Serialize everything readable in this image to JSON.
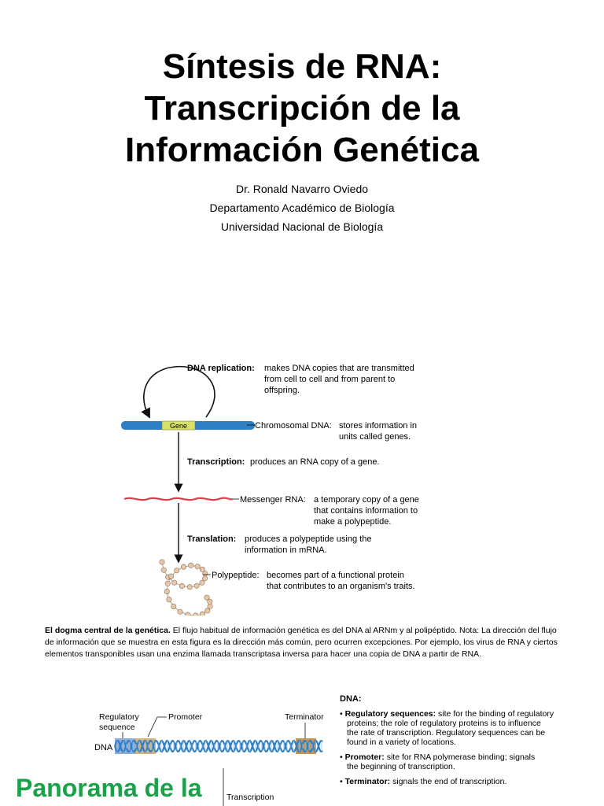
{
  "title_lines": [
    "Síntesis de RNA:",
    "Transcripción de la",
    "Información Genética"
  ],
  "author": {
    "name": "Dr. Ronald Navarro Oviedo",
    "department": "Departamento Académico de Biología",
    "university": "Universidad Nacional de Biología"
  },
  "figure1": {
    "replication_term": "DNA replication:",
    "replication_desc": [
      "makes DNA copies that are transmitted",
      "from cell to cell and from parent to",
      "offspring."
    ],
    "gene_label": "Gene",
    "chromosomal_term": "Chromosomal DNA:",
    "chromosomal_desc": [
      "stores information in",
      "units called genes."
    ],
    "transcription_term": "Transcription:",
    "transcription_desc": "produces an RNA copy of a gene.",
    "mrna_term": "Messenger RNA:",
    "mrna_desc": [
      "a temporary copy of a gene",
      "that contains information to",
      "make a polypeptide."
    ],
    "translation_term": "Translation:",
    "translation_desc": [
      "produces a polypeptide using the",
      "information in mRNA."
    ],
    "polypeptide_term": "Polypeptide:",
    "polypeptide_desc": [
      "becomes part of a functional protein",
      "that contributes to an organism's traits."
    ]
  },
  "caption": {
    "bold": "El dogma central de la genética.",
    "text": " El flujo habitual de información genética es del DNA al ARNm y al polipéptido. Nota: La dirección del flujo de información que se muestra en esta figura es la dirección más común, pero ocurren excepciones. Por ejemplo, los virus de RNA y ciertos elementos transponibles usan una enzima llamada transcriptasa inversa para hacer una copia de DNA a partir de RNA."
  },
  "figure2": {
    "regulatory_label": [
      "Regulatory",
      "sequence"
    ],
    "promoter_label": "Promoter",
    "terminator_label": "Terminator",
    "dna_label": "DNA",
    "transcription_label": "Transcription",
    "legend_title": "DNA:",
    "legend": [
      {
        "term": "Regulatory sequences:",
        "lines": [
          " site for the binding of regulatory",
          "proteins; the role of regulatory proteins is to influence",
          "the rate of transcription. Regulatory sequences can be",
          "found in a variety of locations."
        ]
      },
      {
        "term": "Promoter:",
        "lines": [
          " site for RNA polymerase binding; signals",
          "the beginning of transcription."
        ]
      },
      {
        "term": "Terminator:",
        "lines": [
          " signals the end of transcription."
        ]
      }
    ]
  },
  "panorama": "Panorama de la",
  "colors": {
    "dna_blue": "#2f7fc4",
    "gene_yellow": "#d6e06a",
    "mrna_red": "#e0404a",
    "bead": "#e8c9a6",
    "promoter_tan": "#c9a46a",
    "regulatory_blue": "#7c9fd0",
    "terminator_brown": "#b8843a",
    "panorama_green": "#1aa14a"
  }
}
